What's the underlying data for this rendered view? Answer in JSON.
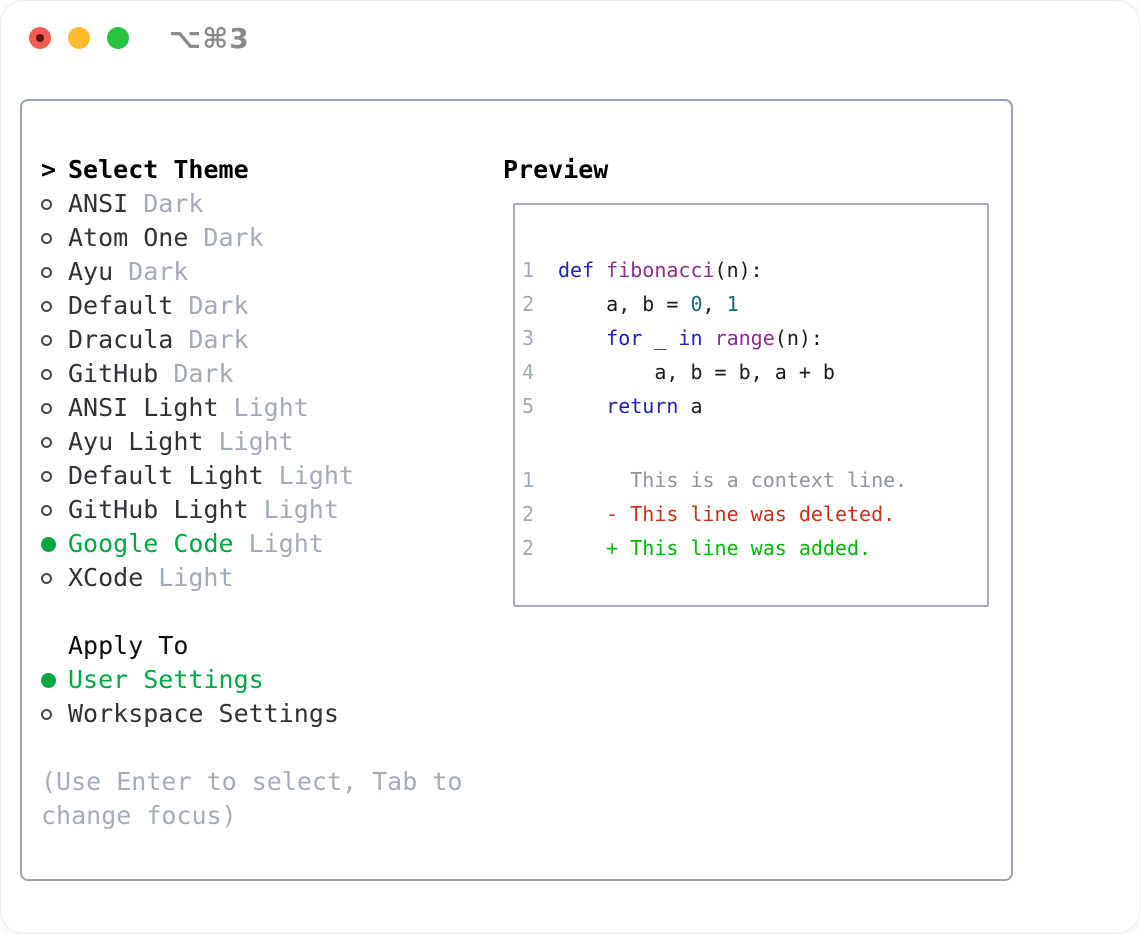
{
  "window": {
    "title": "⌥⌘3"
  },
  "titlebar": {
    "buttons": [
      {
        "name": "close-button"
      },
      {
        "name": "minimize-button"
      },
      {
        "name": "zoom-button"
      }
    ]
  },
  "theme_panel": {
    "header": {
      "cursor": ">",
      "label": "Select Theme"
    },
    "themes": [
      {
        "name": "ANSI",
        "tag": "Dark",
        "selected": false
      },
      {
        "name": "Atom One",
        "tag": "Dark",
        "selected": false
      },
      {
        "name": "Ayu",
        "tag": "Dark",
        "selected": false
      },
      {
        "name": "Default",
        "tag": "Dark",
        "selected": false
      },
      {
        "name": "Dracula",
        "tag": "Dark",
        "selected": false
      },
      {
        "name": "GitHub",
        "tag": "Dark",
        "selected": false
      },
      {
        "name": "ANSI Light",
        "tag": "Light",
        "selected": false
      },
      {
        "name": "Ayu Light",
        "tag": "Light",
        "selected": false
      },
      {
        "name": "Default Light",
        "tag": "Light",
        "selected": false
      },
      {
        "name": "GitHub Light",
        "tag": "Light",
        "selected": false
      },
      {
        "name": "Google Code",
        "tag": "Light",
        "selected": true
      },
      {
        "name": "XCode",
        "tag": "Light",
        "selected": false
      }
    ],
    "apply_to": {
      "label": "Apply To",
      "options": [
        {
          "label": "User Settings",
          "selected": true
        },
        {
          "label": "Workspace Settings",
          "selected": false
        }
      ]
    },
    "hint": "(Use Enter to select, Tab to change focus)"
  },
  "preview": {
    "label": "Preview",
    "code_lines": [
      {
        "num": "1",
        "tokens": [
          {
            "t": "def",
            "c": "kwd"
          },
          {
            "t": " ",
            "c": "pln"
          },
          {
            "t": "fibonacci",
            "c": "typ"
          },
          {
            "t": "(n):",
            "c": "pln"
          }
        ]
      },
      {
        "num": "2",
        "tokens": [
          {
            "t": "    a, b = ",
            "c": "pln"
          },
          {
            "t": "0",
            "c": "lit"
          },
          {
            "t": ", ",
            "c": "pln"
          },
          {
            "t": "1",
            "c": "lit"
          }
        ]
      },
      {
        "num": "3",
        "tokens": [
          {
            "t": "    ",
            "c": "pln"
          },
          {
            "t": "for",
            "c": "kwd"
          },
          {
            "t": " _ ",
            "c": "pln"
          },
          {
            "t": "in",
            "c": "kwd"
          },
          {
            "t": " ",
            "c": "pln"
          },
          {
            "t": "range",
            "c": "typ"
          },
          {
            "t": "(n):",
            "c": "pln"
          }
        ]
      },
      {
        "num": "4",
        "tokens": [
          {
            "t": "        a, b = b, a + b",
            "c": "pln"
          }
        ]
      },
      {
        "num": "5",
        "tokens": [
          {
            "t": "    ",
            "c": "pln"
          },
          {
            "t": "return",
            "c": "kwd"
          },
          {
            "t": " a",
            "c": "pln"
          }
        ]
      }
    ],
    "diff_lines": [
      {
        "num": "1",
        "c": "ctx",
        "text": "      This is a context line."
      },
      {
        "num": "2",
        "c": "del",
        "text": "    - This line was deleted."
      },
      {
        "num": "2",
        "c": "add",
        "text": "    + This line was added."
      }
    ]
  },
  "colors": {
    "accent_green": "#00a843",
    "diff_added": "#00b807",
    "diff_deleted": "#c8321b",
    "keyword_blue": "#2222b2",
    "function_purple": "#8b2f8b",
    "literal_teal": "#116e6e",
    "muted_gray": "#a3abb8",
    "panel_border": "#9aa2ae",
    "traffic_red": "#f25d52",
    "traffic_yellow": "#fdbc2e",
    "traffic_green": "#27c53f"
  }
}
